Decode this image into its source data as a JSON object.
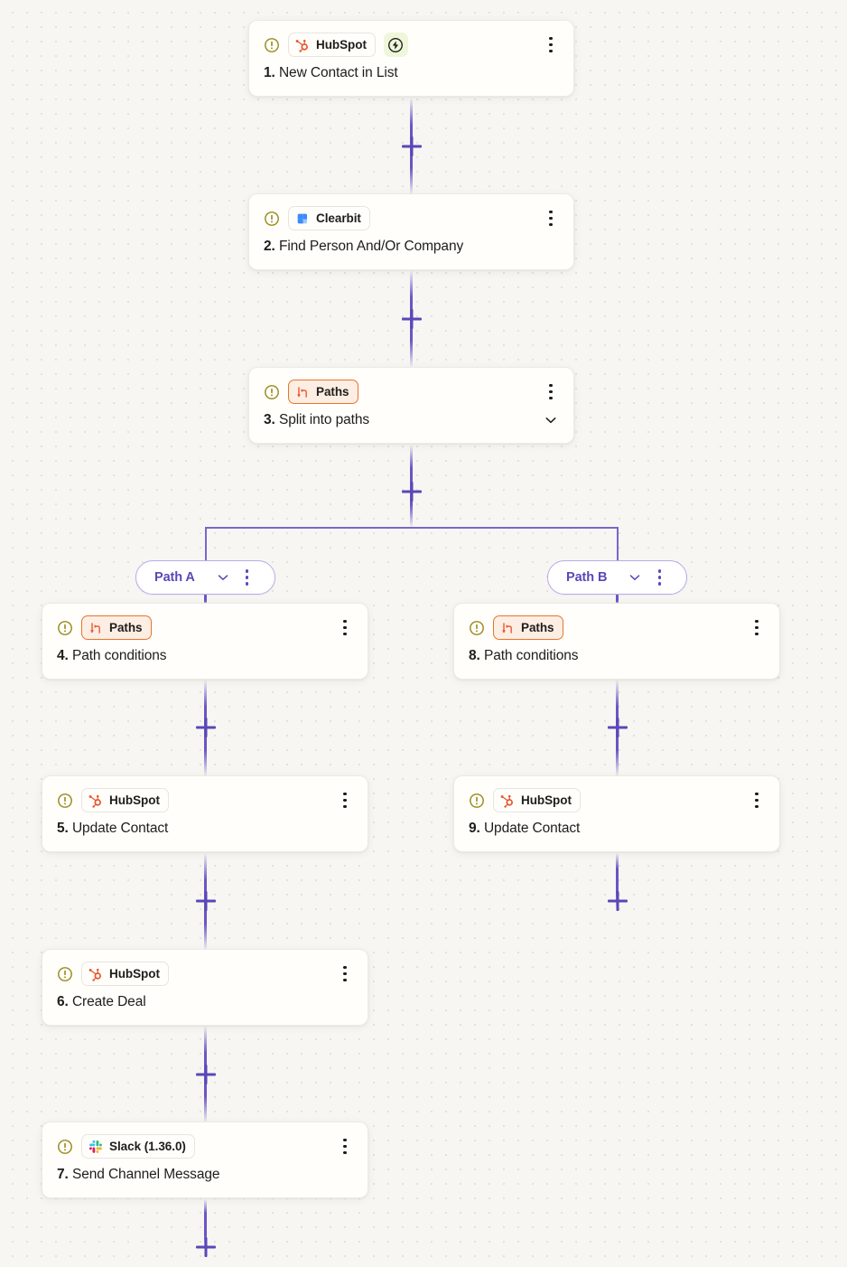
{
  "canvas": {
    "background_color": "#f7f6f2",
    "dot_color": "#e3e0d6",
    "connector_color": "#6a55c4",
    "branch_color": "#7a66cf",
    "accent_purple": "#5b47b8",
    "warning_color": "#9a8a1e",
    "paths_orange": "#e8742c",
    "paths_bg": "#fdeee4",
    "trigger_badge_bg": "#eef7da"
  },
  "nodes": [
    {
      "id": "step-1",
      "app": "HubSpot",
      "app_logo": "hubspot-logo-icon",
      "number": "1.",
      "title": "New Contact in List",
      "has_trigger_bolt": true,
      "has_chevron": false,
      "warning": "warning-icon",
      "menu": "kebab-menu-icon"
    },
    {
      "id": "step-2",
      "app": "Clearbit",
      "app_logo": "clearbit-logo-icon",
      "number": "2.",
      "title": "Find Person And/Or Company",
      "has_trigger_bolt": false,
      "has_chevron": false,
      "warning": "warning-icon",
      "menu": "kebab-menu-icon"
    },
    {
      "id": "step-3",
      "app": "Paths",
      "app_logo": "paths-split-icon",
      "number": "3.",
      "title": "Split into paths",
      "has_trigger_bolt": false,
      "has_chevron": true,
      "warning": "warning-icon",
      "menu": "kebab-menu-icon"
    },
    {
      "id": "step-4",
      "app": "Paths",
      "app_logo": "paths-split-icon",
      "number": "4.",
      "title": "Path conditions",
      "has_trigger_bolt": false,
      "has_chevron": false,
      "warning": "warning-icon",
      "menu": "kebab-menu-icon"
    },
    {
      "id": "step-5",
      "app": "HubSpot",
      "app_logo": "hubspot-logo-icon",
      "number": "5.",
      "title": "Update Contact",
      "has_trigger_bolt": false,
      "has_chevron": false,
      "warning": "warning-icon",
      "menu": "kebab-menu-icon"
    },
    {
      "id": "step-6",
      "app": "HubSpot",
      "app_logo": "hubspot-logo-icon",
      "number": "6.",
      "title": "Create Deal",
      "has_trigger_bolt": false,
      "has_chevron": false,
      "warning": "warning-icon",
      "menu": "kebab-menu-icon"
    },
    {
      "id": "step-7",
      "app": "Slack (1.36.0)",
      "app_logo": "slack-logo-icon",
      "number": "7.",
      "title": "Send Channel Message",
      "has_trigger_bolt": false,
      "has_chevron": false,
      "warning": "warning-icon",
      "menu": "kebab-menu-icon"
    },
    {
      "id": "step-8",
      "app": "Paths",
      "app_logo": "paths-split-icon",
      "number": "8.",
      "title": "Path conditions",
      "has_trigger_bolt": false,
      "has_chevron": false,
      "warning": "warning-icon",
      "menu": "kebab-menu-icon"
    },
    {
      "id": "step-9",
      "app": "HubSpot",
      "app_logo": "hubspot-logo-icon",
      "number": "9.",
      "title": "Update Contact",
      "has_trigger_bolt": false,
      "has_chevron": false,
      "warning": "warning-icon",
      "menu": "kebab-menu-icon"
    }
  ],
  "paths": [
    {
      "id": "path-a",
      "label": "Path A",
      "chevron": "chevron-down-icon",
      "menu": "kebab-menu-icon"
    },
    {
      "id": "path-b",
      "label": "Path B",
      "chevron": "chevron-down-icon",
      "menu": "kebab-menu-icon"
    }
  ],
  "add_buttons": [
    {
      "id": "add-after-1"
    },
    {
      "id": "add-after-2"
    },
    {
      "id": "add-after-3"
    },
    {
      "id": "add-after-4"
    },
    {
      "id": "add-after-5"
    },
    {
      "id": "add-after-6"
    },
    {
      "id": "add-after-7"
    },
    {
      "id": "add-after-8"
    },
    {
      "id": "add-after-9"
    }
  ]
}
